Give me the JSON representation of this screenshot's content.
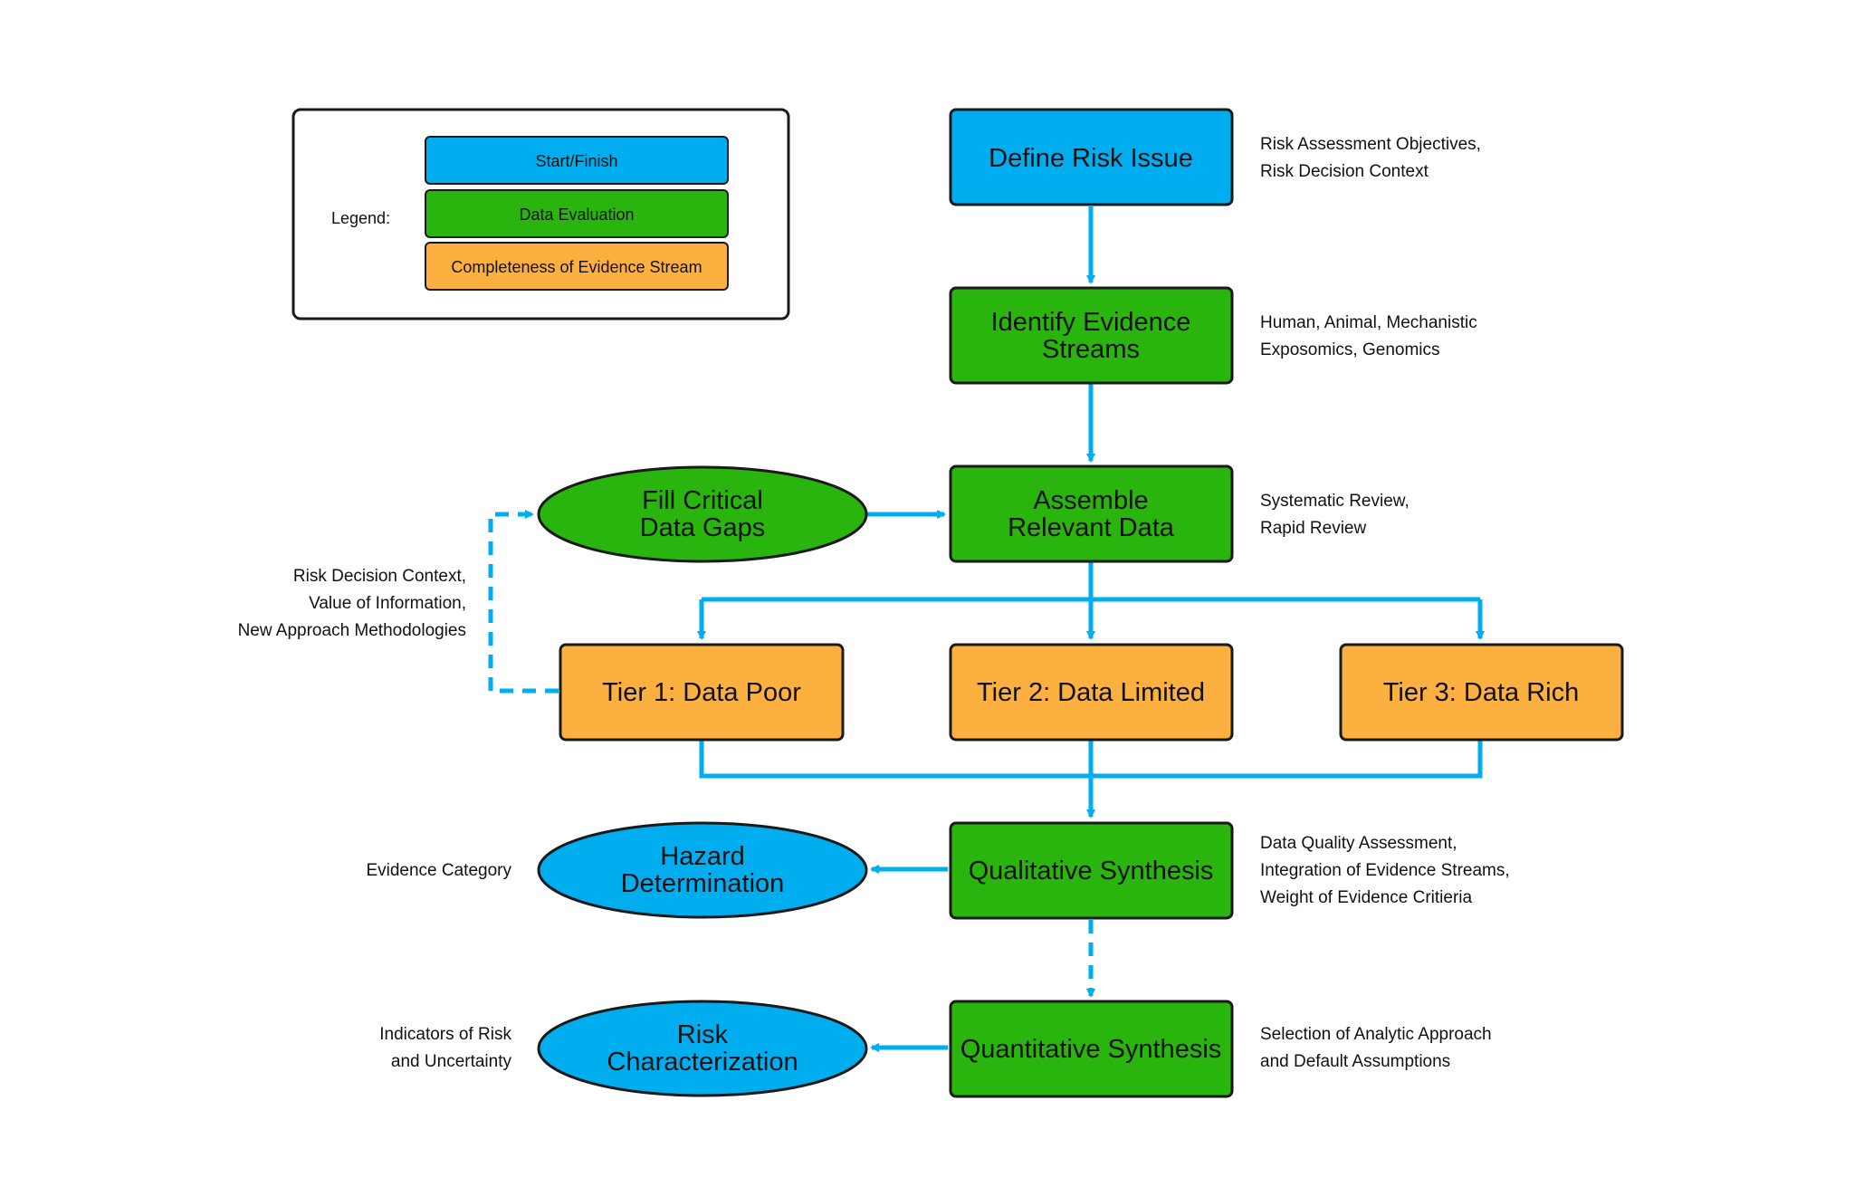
{
  "colors": {
    "start_finish": "#00adef",
    "data_evaluation": "#2ab40e",
    "completeness": "#fbb040",
    "connector": "#00aeef",
    "outline": "#1a1a1a"
  },
  "legend": {
    "label": "Legend:",
    "items": [
      {
        "label": "Start/Finish",
        "kind": "start_finish"
      },
      {
        "label": "Data Evaluation",
        "kind": "data_evaluation"
      },
      {
        "label": "Completeness of Evidence Stream",
        "kind": "completeness"
      }
    ]
  },
  "nodes": {
    "define": {
      "lines": [
        "Define Risk Issue"
      ],
      "kind": "start_finish"
    },
    "identify": {
      "lines": [
        "Identify Evidence",
        "Streams"
      ],
      "kind": "data_evaluation"
    },
    "assemble": {
      "lines": [
        "Assemble",
        "Relevant Data"
      ],
      "kind": "data_evaluation"
    },
    "fill": {
      "lines": [
        "Fill Critical",
        "Data Gaps"
      ],
      "kind": "data_evaluation"
    },
    "tier1": {
      "lines": [
        "Tier 1: Data Poor"
      ],
      "kind": "completeness"
    },
    "tier2": {
      "lines": [
        "Tier 2: Data Limited"
      ],
      "kind": "completeness"
    },
    "tier3": {
      "lines": [
        "Tier 3: Data Rich"
      ],
      "kind": "completeness"
    },
    "qualitative": {
      "lines": [
        "Qualitative Synthesis"
      ],
      "kind": "data_evaluation"
    },
    "quantitative": {
      "lines": [
        "Quantitative Synthesis"
      ],
      "kind": "data_evaluation"
    },
    "hazard": {
      "lines": [
        "Hazard",
        "Determination"
      ],
      "kind": "start_finish"
    },
    "risk": {
      "lines": [
        "Risk",
        "Characterization"
      ],
      "kind": "start_finish"
    }
  },
  "notes": {
    "define": [
      "Risk Assessment Objectives,",
      "Risk Decision Context"
    ],
    "identify": [
      "Human, Animal, Mechanistic",
      "Exposomics, Genomics"
    ],
    "assemble": [
      "Systematic Review,",
      "Rapid Review"
    ],
    "tier1_feedback": [
      "Risk Decision Context,",
      "Value of Information,",
      "New Approach Methodologies"
    ],
    "qualitative": [
      "Data Quality Assessment,",
      "Integration of Evidence Streams,",
      "Weight of Evidence Critieria"
    ],
    "quantitative": [
      "Selection of Analytic Approach",
      "and Default Assumptions"
    ],
    "hazard": [
      "Evidence Category"
    ],
    "risk": [
      "Indicators of Risk",
      "and Uncertainty"
    ]
  }
}
